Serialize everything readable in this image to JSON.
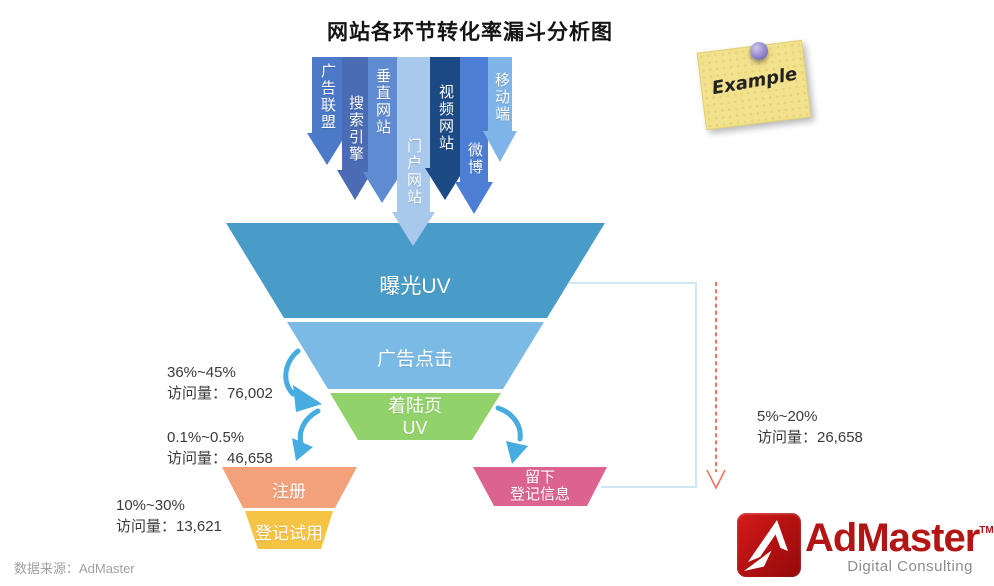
{
  "title": "网站各环节转化率漏斗分析图",
  "source_note": "数据来源：AdMaster",
  "sticky_note": {
    "label": "Example",
    "bg_color": "#f2e18d",
    "pin_color": "#8b7fc7"
  },
  "logo": {
    "name": "AdMaster",
    "tm": "TM",
    "tagline": "Digital Consulting",
    "brand_color": "#b31414"
  },
  "chart_data": {
    "type": "funnel",
    "title": "网站各环节转化率漏斗分析图",
    "channels": [
      {
        "label": "广告联盟",
        "color": "#4c7ac9"
      },
      {
        "label": "搜索引擎",
        "color": "#4a6cb4"
      },
      {
        "label": "垂直网站",
        "color": "#5e8bd2"
      },
      {
        "label": "门户网站",
        "color": "#a9c9ec"
      },
      {
        "label": "视频网站",
        "color": "#1c4a85"
      },
      {
        "label": "微博",
        "color": "#4c7ed3"
      },
      {
        "label": "移动端",
        "color": "#7fb5e8"
      }
    ],
    "stages": [
      {
        "label": "曝光UV",
        "color": "#4a9cc8"
      },
      {
        "label": "广告点击",
        "color": "#7cbae6"
      },
      {
        "label": "着陆页 UV",
        "line1": "着陆页",
        "line2": "UV",
        "color": "#92d26a"
      }
    ],
    "branch_left": [
      {
        "label": "注册",
        "color": "#f2a17a"
      },
      {
        "label": "登记试用",
        "color": "#f5c445"
      }
    ],
    "branch_right": [
      {
        "label": "留下 登记信息",
        "line1": "留下",
        "line2": "登记信息",
        "color": "#dc6390"
      }
    ],
    "annotations": [
      {
        "rate": "36%~45%",
        "visits": 76002,
        "visits_label": "访问量：76,002"
      },
      {
        "rate": "0.1%~0.5%",
        "visits": 46658,
        "visits_label": "访问量：46,658"
      },
      {
        "rate": "10%~30%",
        "visits": 13621,
        "visits_label": "访问量：13,621"
      },
      {
        "rate": "5%~20%",
        "visits": 26658,
        "visits_label": "访问量：26,658"
      }
    ],
    "flow_arrow_color": "#47ace0",
    "bracket_color": "#cfe6f5",
    "dashed_arrow_color": "#f2705c"
  }
}
